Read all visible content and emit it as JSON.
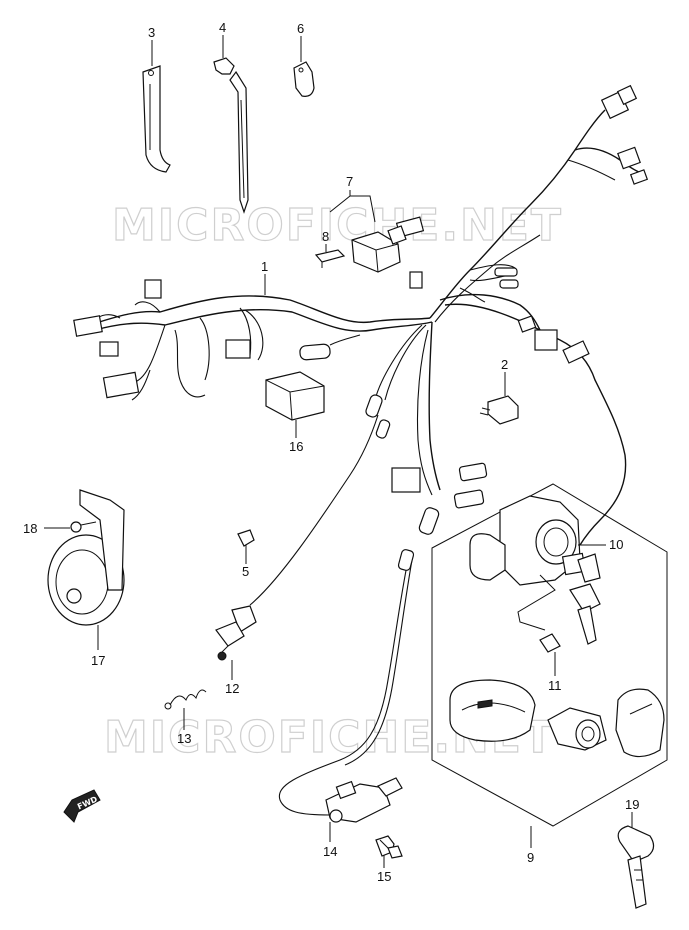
{
  "watermark": {
    "top": "MICROFICHE.NET",
    "bottom": "MICROFICHE.NET"
  },
  "direction_marker": "FWD",
  "callouts": [
    {
      "id": "c1",
      "label": "1"
    },
    {
      "id": "c2",
      "label": "2"
    },
    {
      "id": "c3",
      "label": "3"
    },
    {
      "id": "c4",
      "label": "4"
    },
    {
      "id": "c5",
      "label": "5"
    },
    {
      "id": "c6",
      "label": "6"
    },
    {
      "id": "c7",
      "label": "7"
    },
    {
      "id": "c8",
      "label": "8"
    },
    {
      "id": "c9",
      "label": "9"
    },
    {
      "id": "c10",
      "label": "10"
    },
    {
      "id": "c11",
      "label": "11"
    },
    {
      "id": "c12",
      "label": "12"
    },
    {
      "id": "c13",
      "label": "13"
    },
    {
      "id": "c14",
      "label": "14"
    },
    {
      "id": "c15",
      "label": "15"
    },
    {
      "id": "c16",
      "label": "16"
    },
    {
      "id": "c17",
      "label": "17"
    },
    {
      "id": "c18",
      "label": "18"
    },
    {
      "id": "c19",
      "label": "19"
    }
  ]
}
